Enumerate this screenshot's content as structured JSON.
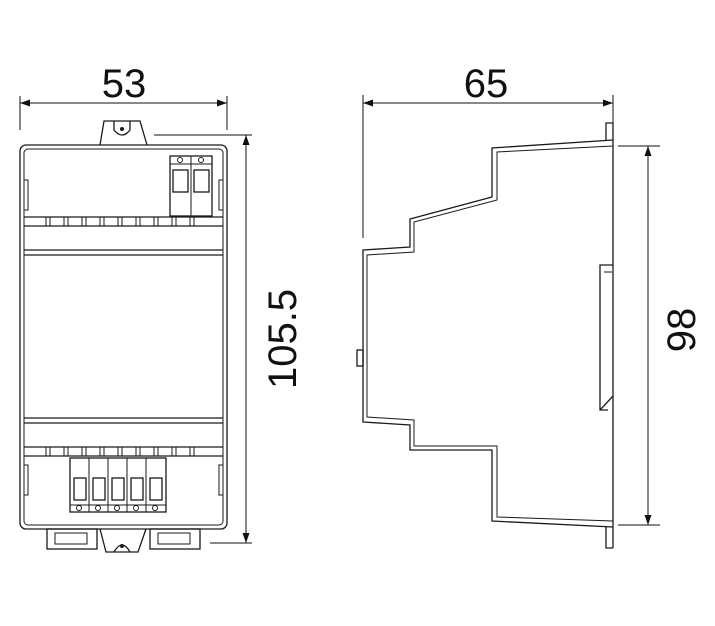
{
  "front_view": {
    "width_label": "53",
    "height_label": "105.5"
  },
  "side_view": {
    "width_label": "65",
    "height_label": "98"
  }
}
